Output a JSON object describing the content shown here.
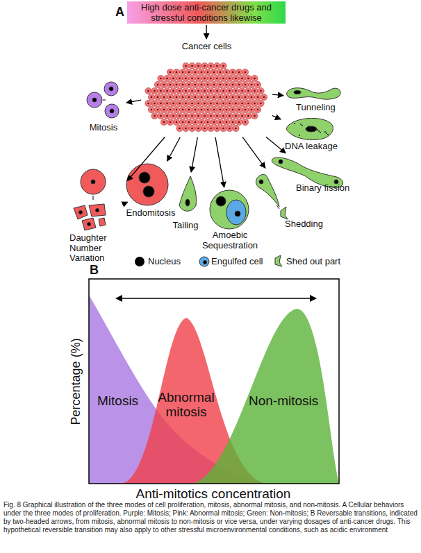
{
  "diagram": {
    "caption": "Fig. 8 Graphical illustration of the three modes of cell proliferation, mitosis, abnormal mitosis, and non-mitosis. A Cellular behaviors under the three modes of proliferation. Purple: Mitosis; Pink: Abnormal mitosis; Green: Non-mitosis; B Reversable transitions, indicated by two-headed arrows, from mitosis, abnormal mitosis to non-mitosis or vice versa, under varying dosages of anti-cancer drugs. This hypothetical reversible transition may also apply to other stressful microenvironmental conditions, such as acidic environment",
    "nodes": [
      {
        "text": [
          "High dose anti-cancer drugs and stressful conditions likewise"
        ]
      },
      {
        "text": [
          "Cancer cells"
        ]
      },
      {
        "text": [
          "Mitosis"
        ]
      },
      {
        "text": [
          "Daughter Number Variation"
        ]
      },
      {
        "text": [
          "Endomitosis"
        ]
      },
      {
        "text": [
          "Tailing"
        ]
      },
      {
        "text": [
          "Amoebic Sequestration"
        ]
      },
      {
        "text": [
          "Shedding"
        ]
      },
      {
        "text": [
          "Binary fission"
        ]
      },
      {
        "text": [
          "DNA leakage"
        ]
      },
      {
        "text": [
          "Tunneling"
        ]
      }
    ],
    "edges": [
      {
        "from": 0,
        "to": 1,
        "arrow": "to"
      },
      {
        "from": 1,
        "to": 2,
        "arrow": "to"
      },
      {
        "from": 1,
        "to": 3,
        "arrow": "to"
      },
      {
        "from": 1,
        "to": 4,
        "arrow": "to"
      },
      {
        "from": 1,
        "to": 5,
        "arrow": "to"
      },
      {
        "from": 1,
        "to": 6,
        "arrow": "to"
      },
      {
        "from": 1,
        "to": 7,
        "arrow": "to"
      },
      {
        "from": 1,
        "to": 8,
        "arrow": "to"
      },
      {
        "from": 1,
        "to": 9,
        "arrow": "to"
      },
      {
        "from": 1,
        "to": 10,
        "arrow": "to"
      },
      {
        "from": 4,
        "to": 3,
        "arrow": "to"
      }
    ],
    "labels": [
      "A",
      "B",
      "Percentage (%)",
      "Anti-mitotics concentration",
      "Mitosis",
      "Abnormal mitosis",
      "Non-mitosis"
    ],
    "legend": [
      {
        "text": "Nucleus",
        "color": "#000000"
      },
      {
        "text": "Engulfed cell"
      },
      {
        "text": "Shed out part"
      }
    ]
  }
}
